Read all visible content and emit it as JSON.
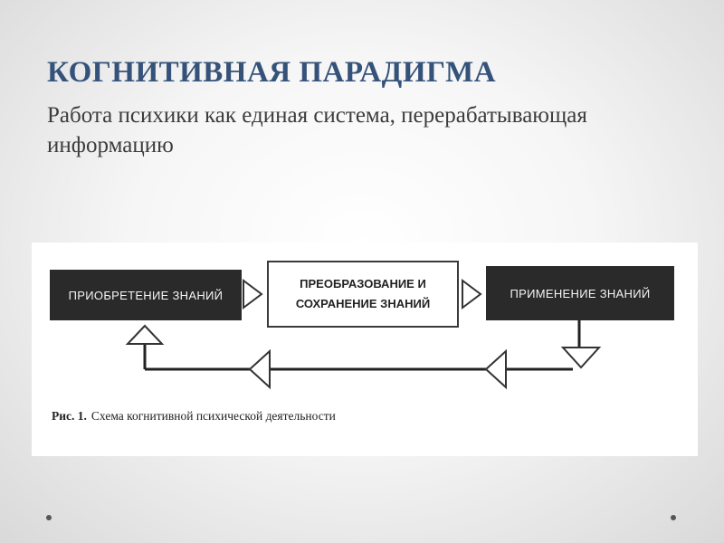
{
  "slide": {
    "title": "КОГНИТИВНАЯ ПАРАДИГМА",
    "subtitle": "Работа психики как единая система, перерабатывающая информацию"
  },
  "diagram": {
    "nodes": [
      {
        "id": "acquire",
        "label": "ПРИОБРЕТЕНИЕ ЗНАНИЙ"
      },
      {
        "id": "transform",
        "label": "ПРЕОБРАЗОВАНИЕ И СОХРАНЕНИЕ ЗНАНИЙ"
      },
      {
        "id": "apply",
        "label": "ПРИМЕНЕНИЕ ЗНАНИЙ"
      }
    ],
    "edges": [
      {
        "from": "acquire",
        "to": "transform"
      },
      {
        "from": "transform",
        "to": "apply"
      },
      {
        "from": "apply",
        "to": "acquire",
        "route": "feedback-loop"
      }
    ],
    "caption_label": "Рис. 1.",
    "caption_text": "Схема когнитивной психической деятельности"
  }
}
